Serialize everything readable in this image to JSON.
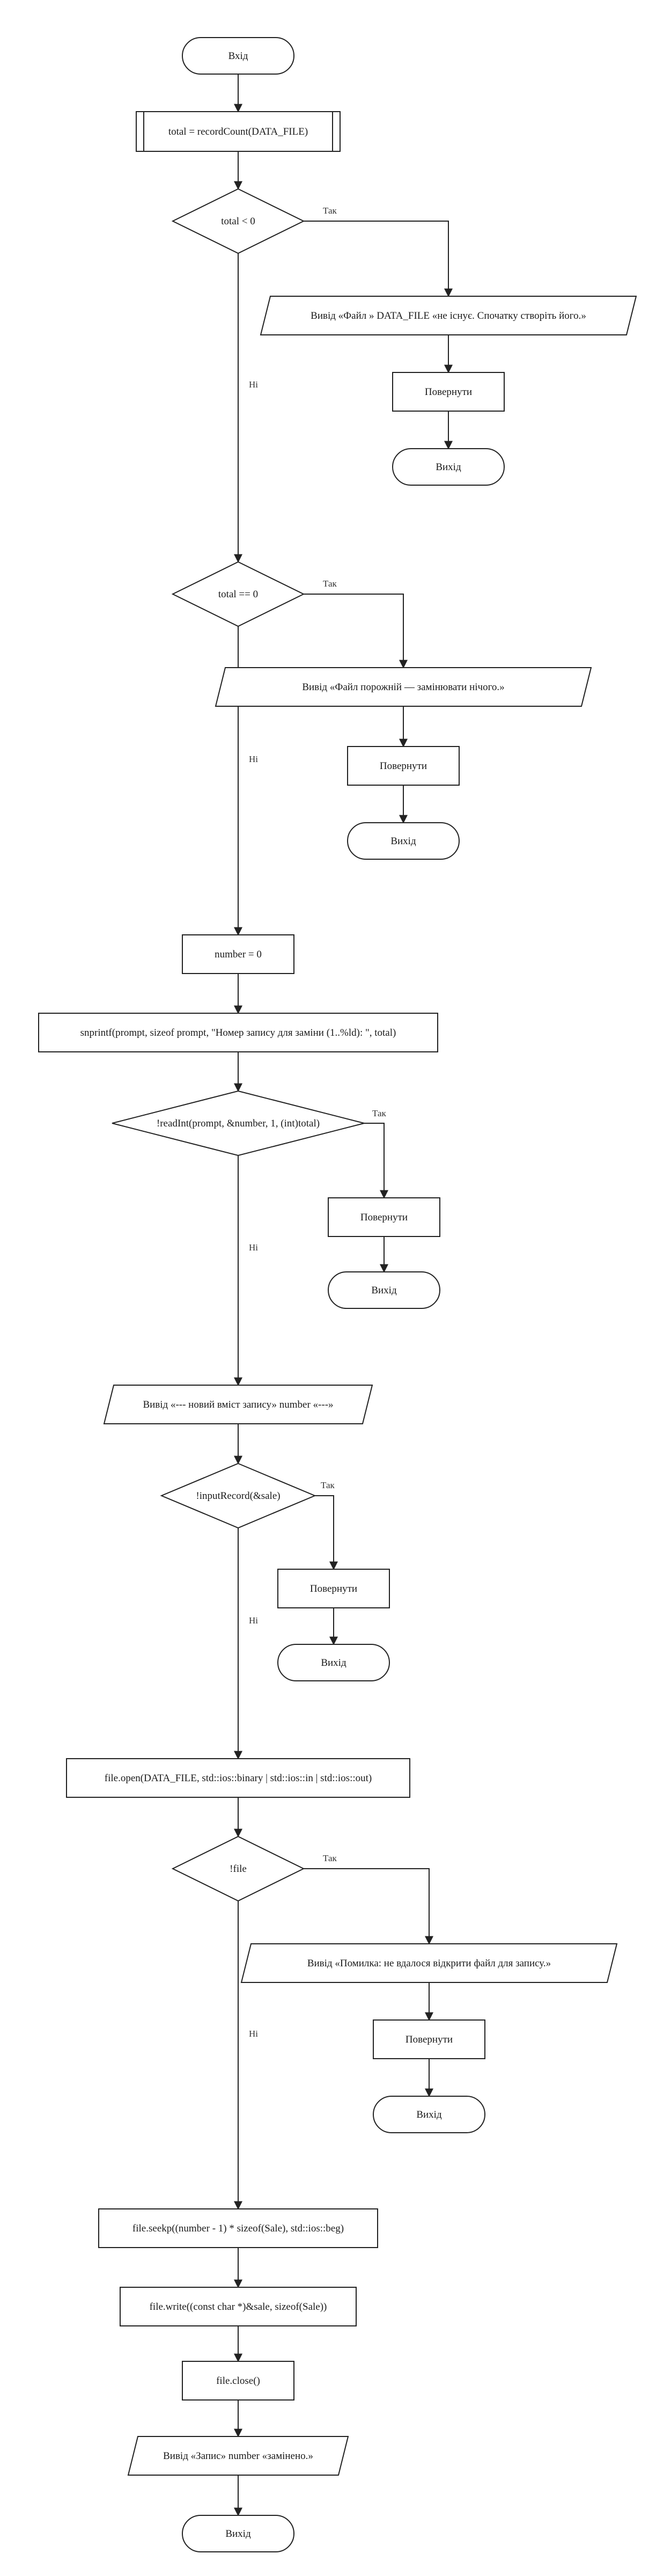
{
  "diagram": {
    "nodes": [
      {
        "id": "start",
        "type": "terminal",
        "text": "Вхід"
      },
      {
        "id": "n1",
        "type": "subprocess",
        "text": "total = recordCount(DATA_FILE)"
      },
      {
        "id": "d1",
        "type": "decision",
        "text": "total < 0"
      },
      {
        "id": "o1",
        "type": "io",
        "text": "Вивід «Файл » DATA_FILE «не існує. Спочатку створіть його.»"
      },
      {
        "id": "r1",
        "type": "process",
        "text": "Повернути"
      },
      {
        "id": "e1",
        "type": "terminal",
        "text": "Вихід"
      },
      {
        "id": "d2",
        "type": "decision",
        "text": "total == 0"
      },
      {
        "id": "o2",
        "type": "io",
        "text": "Вивід «Файл порожній — замінювати нічого.»"
      },
      {
        "id": "r2",
        "type": "process",
        "text": "Повернути"
      },
      {
        "id": "e2",
        "type": "terminal",
        "text": "Вихід"
      },
      {
        "id": "n2",
        "type": "process",
        "text": "number = 0"
      },
      {
        "id": "n3",
        "type": "process",
        "text": "snprintf(prompt, sizeof prompt, \"Номер запису для заміни (1..%ld): \", total)"
      },
      {
        "id": "d3",
        "type": "decision",
        "text": "!readInt(prompt, &number, 1, (int)total)"
      },
      {
        "id": "r3",
        "type": "process",
        "text": "Повернути"
      },
      {
        "id": "e3",
        "type": "terminal",
        "text": "Вихід"
      },
      {
        "id": "o3",
        "type": "io",
        "text": "Вивід «--- новий вміст запису» number «---»"
      },
      {
        "id": "d4",
        "type": "decision",
        "text": "!inputRecord(&sale)"
      },
      {
        "id": "r4",
        "type": "process",
        "text": "Повернути"
      },
      {
        "id": "e4",
        "type": "terminal",
        "text": "Вихід"
      },
      {
        "id": "n4",
        "type": "process",
        "text": "file.open(DATA_FILE, std::ios::binary | std::ios::in | std::ios::out)"
      },
      {
        "id": "d5",
        "type": "decision",
        "text": "!file"
      },
      {
        "id": "o5",
        "type": "io",
        "text": "Вивід «Помилка: не вдалося відкрити файл для запису.»"
      },
      {
        "id": "r5",
        "type": "process",
        "text": "Повернути"
      },
      {
        "id": "e5",
        "type": "terminal",
        "text": "Вихід"
      },
      {
        "id": "n5",
        "type": "process",
        "text": "file.seekp((number - 1) * sizeof(Sale), std::ios::beg)"
      },
      {
        "id": "n6",
        "type": "process",
        "text": "file.write((const char *)&sale, sizeof(Sale))"
      },
      {
        "id": "n7",
        "type": "process",
        "text": "file.close()"
      },
      {
        "id": "o6",
        "type": "io",
        "text": "Вивід «Запис» number «замінено.»"
      },
      {
        "id": "end",
        "type": "terminal",
        "text": "Вихід"
      }
    ],
    "edges": [
      {
        "from": "start",
        "to": "n1",
        "label": ""
      },
      {
        "from": "n1",
        "to": "d1",
        "label": ""
      },
      {
        "from": "d1",
        "to": "o1",
        "label": "Так"
      },
      {
        "from": "o1",
        "to": "r1",
        "label": ""
      },
      {
        "from": "r1",
        "to": "e1",
        "label": ""
      },
      {
        "from": "d1",
        "to": "d2",
        "label": "Ні"
      },
      {
        "from": "d2",
        "to": "o2",
        "label": "Так"
      },
      {
        "from": "o2",
        "to": "r2",
        "label": ""
      },
      {
        "from": "r2",
        "to": "e2",
        "label": ""
      },
      {
        "from": "d2",
        "to": "n2",
        "label": "Ні"
      },
      {
        "from": "n2",
        "to": "n3",
        "label": ""
      },
      {
        "from": "n3",
        "to": "d3",
        "label": ""
      },
      {
        "from": "d3",
        "to": "r3",
        "label": "Так"
      },
      {
        "from": "r3",
        "to": "e3",
        "label": ""
      },
      {
        "from": "d3",
        "to": "o3",
        "label": "Ні"
      },
      {
        "from": "o3",
        "to": "d4",
        "label": ""
      },
      {
        "from": "d4",
        "to": "r4",
        "label": "Так"
      },
      {
        "from": "r4",
        "to": "e4",
        "label": ""
      },
      {
        "from": "d4",
        "to": "n4",
        "label": "Ні"
      },
      {
        "from": "n4",
        "to": "d5",
        "label": ""
      },
      {
        "from": "d5",
        "to": "o5",
        "label": "Так"
      },
      {
        "from": "o5",
        "to": "r5",
        "label": ""
      },
      {
        "from": "r5",
        "to": "e5",
        "label": ""
      },
      {
        "from": "d5",
        "to": "n5",
        "label": "Ні"
      },
      {
        "from": "n5",
        "to": "n6",
        "label": ""
      },
      {
        "from": "n6",
        "to": "n7",
        "label": ""
      },
      {
        "from": "n7",
        "to": "o6",
        "label": ""
      },
      {
        "from": "o6",
        "to": "end",
        "label": ""
      }
    ]
  }
}
